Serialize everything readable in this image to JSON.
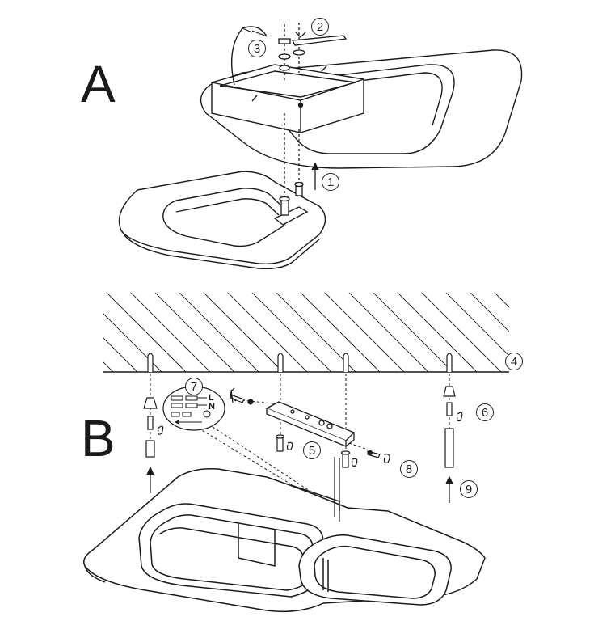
{
  "sections": {
    "a": "A",
    "b": "B"
  },
  "steps": [
    "1",
    "2",
    "3",
    "4",
    "5",
    "6",
    "7",
    "8",
    "9"
  ],
  "wiring": {
    "live": "L",
    "neutral": "N"
  }
}
